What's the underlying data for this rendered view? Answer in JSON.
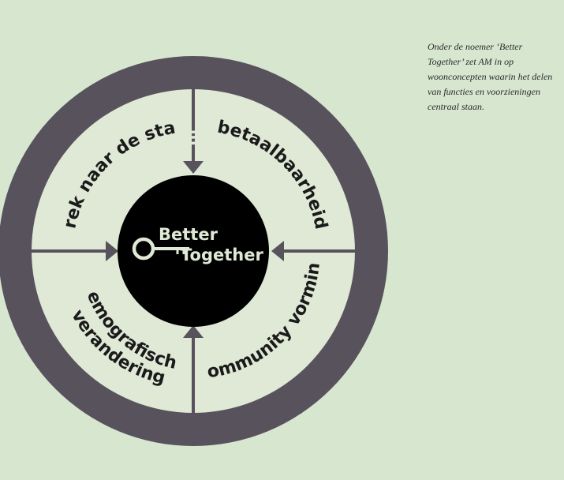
{
  "diagram": {
    "ring_title": "MAATSCHAPPELIJKE TRENDS",
    "quadrants": {
      "top_left": "trek naar de stad",
      "top_right": "betaalbaarheid",
      "bottom_left_line1": "demografische",
      "bottom_left_line2": "verandering",
      "bottom_right": "community vorming"
    },
    "center": {
      "line1": "Better",
      "line2": "Together"
    },
    "colors": {
      "background": "#d6e6cf",
      "ring": "#58525d",
      "inner": "#dfe9d6",
      "center": "#000000"
    }
  },
  "caption": {
    "text": "Onder de noemer ‘Better Together’ zet AM in op woonconcepten waarin het delen van functies en voorzieningen centraal staan."
  }
}
